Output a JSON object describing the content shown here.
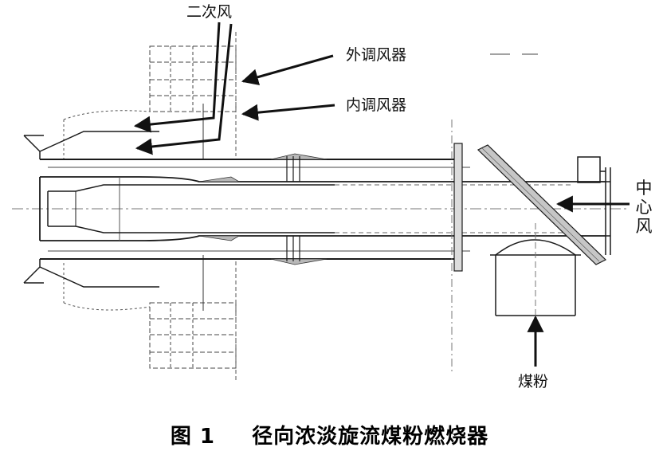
{
  "labels": {
    "secondary_air": "二次风",
    "outer_register": "外调风器",
    "inner_register": "内调风器",
    "central_air": "中心风",
    "pulverized_coal": "煤粉"
  },
  "caption": {
    "figure_no": "图 1",
    "title": "径向浓淡旋流煤粉燃烧器"
  },
  "colors": {
    "line": "#1a1a1a",
    "thin": "#555555",
    "dash": "#666666",
    "fill": "#b8b8b8"
  }
}
